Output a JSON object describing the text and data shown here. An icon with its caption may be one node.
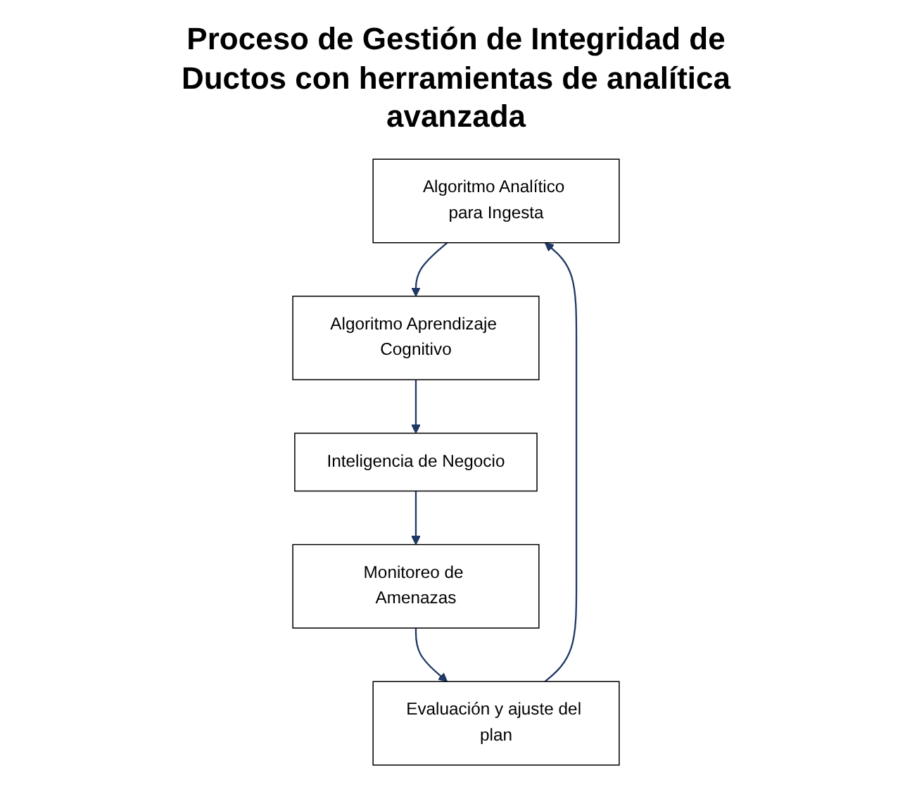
{
  "diagram": {
    "title": "Proceso de Gestión de Integridad de Ductos con herramientas de analítica avanzada",
    "nodes": [
      {
        "text": [
          "Algoritmo Analítico para Ingesta"
        ]
      },
      {
        "text": [
          "Algoritmo Aprendizaje Cognitivo"
        ]
      },
      {
        "text": [
          "Inteligencia de Negocio"
        ]
      },
      {
        "text": [
          "Monitoreo de Amenazas"
        ]
      },
      {
        "text": [
          "Evaluación y ajuste del plan"
        ]
      }
    ],
    "edges": [
      {
        "from": 0,
        "to": 1,
        "arrow": "to"
      },
      {
        "from": 1,
        "to": 2,
        "arrow": "to"
      },
      {
        "from": 2,
        "to": 3,
        "arrow": "to"
      },
      {
        "from": 3,
        "to": 4,
        "arrow": "to"
      },
      {
        "from": 4,
        "to": 0,
        "arrow": "to"
      }
    ]
  }
}
